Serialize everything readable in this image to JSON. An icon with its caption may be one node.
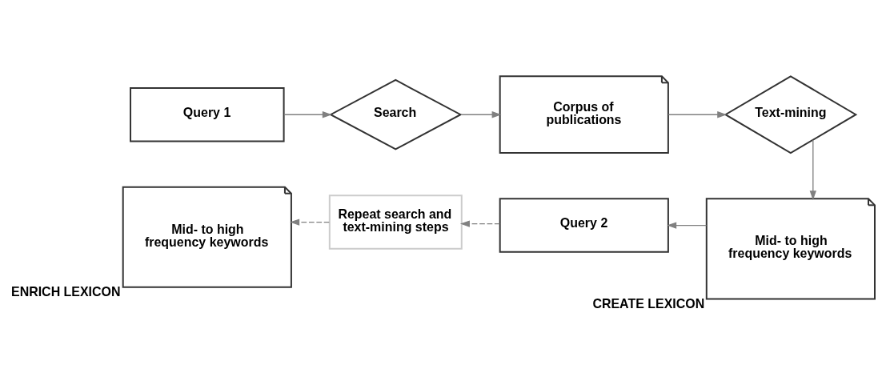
{
  "diagram": {
    "nodes": [
      {
        "text": [
          "Query 1"
        ]
      },
      {
        "text": [
          "Search"
        ]
      },
      {
        "text": [
          "Corpus of publications"
        ]
      },
      {
        "text": [
          "Text-mining"
        ]
      },
      {
        "text": [
          "Mid- to high frequency keywords"
        ],
        "beside": [
          "CREATE LEXICON"
        ]
      },
      {
        "text": [
          "Query 2"
        ]
      },
      {
        "text": [
          "Repeat search and text-mining steps"
        ]
      },
      {
        "text": [
          "Mid- to high frequency keywords"
        ],
        "beside": [
          "ENRICH LEXICON"
        ]
      }
    ],
    "edges": [
      {
        "from": 0,
        "to": 1,
        "arrow": "to"
      },
      {
        "from": 1,
        "to": 2,
        "arrow": "to"
      },
      {
        "from": 2,
        "to": 3,
        "arrow": "to"
      },
      {
        "from": 3,
        "to": 4,
        "arrow": "to"
      },
      {
        "from": 4,
        "to": 5,
        "arrow": "to"
      },
      {
        "from": 5,
        "to": 6,
        "arrow": "to",
        "style": "dashed"
      },
      {
        "from": 6,
        "to": 7,
        "arrow": "to",
        "style": "dashed"
      }
    ]
  }
}
